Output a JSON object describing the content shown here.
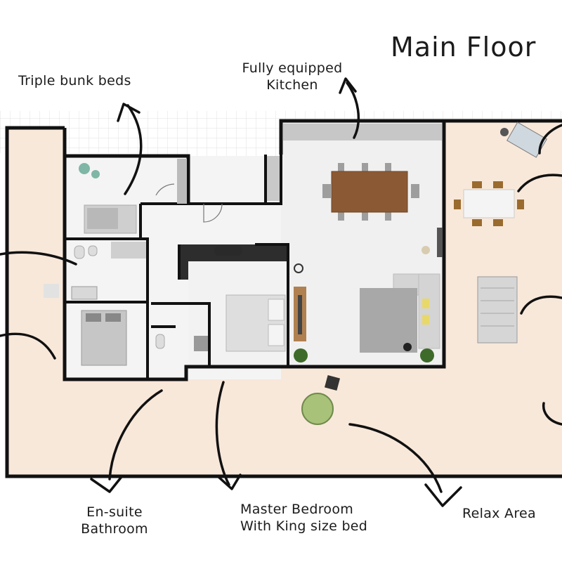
{
  "title": "Main Floor",
  "labels": {
    "bunk": "Triple bunk beds",
    "kitchen_line1": "Fully equipped",
    "kitchen_line2": "Kitchen",
    "ensuite_line1": "En-suite",
    "ensuite_line2": "Bathroom",
    "master_line1": "Master Bedroom",
    "master_line2": "With King size bed",
    "relax": "Relax Area"
  },
  "colors": {
    "terrace": "#f8e8da",
    "interior": "#f0f0f0",
    "walls": "#111111",
    "table_wood": "#8b5a34",
    "chair": "#9e9e9e",
    "sofa": "#d4d4d4",
    "rug": "#a8a8a8",
    "accent_green": "#a8c27a",
    "pillow_yellow": "#e8d86a",
    "teal_stool": "#7fb6a6"
  },
  "icons": [
    "bed-icon",
    "sofa-icon",
    "dining-table-icon",
    "lounge-chair-icon",
    "sun-lounger-icon",
    "plant-icon",
    "toilet-icon",
    "sink-icon"
  ]
}
